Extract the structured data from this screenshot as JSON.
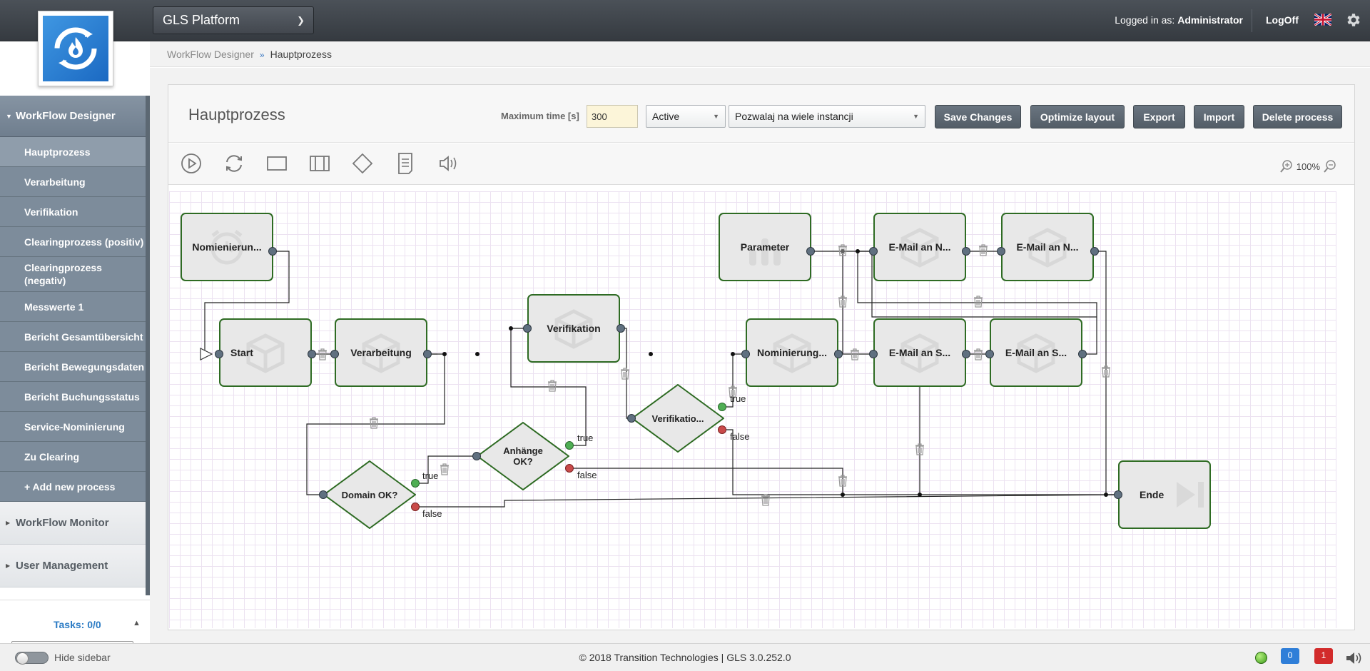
{
  "app": {
    "platform_label": "GLS Platform"
  },
  "user": {
    "prefix": "Logged in as:",
    "name": "Administrator",
    "logoff_label": "LogOff"
  },
  "breadcrumb": {
    "parent": "WorkFlow Designer",
    "current": "Hauptprozess"
  },
  "sidebar": {
    "section_title": "WorkFlow Designer",
    "items": [
      {
        "label": "Hauptprozess"
      },
      {
        "label": "Verarbeitung"
      },
      {
        "label": "Verifikation"
      },
      {
        "label": "Clearingprozess (positiv)"
      },
      {
        "label": "Clearingprozess (negativ)"
      },
      {
        "label": "Messwerte 1"
      },
      {
        "label": "Bericht Gesamtübersicht"
      },
      {
        "label": "Bericht Bewegungsdaten"
      },
      {
        "label": "Bericht Buchungsstatus"
      },
      {
        "label": "Service-Nominierung"
      },
      {
        "label": "Zu Clearing"
      },
      {
        "label": "+ Add new process"
      }
    ],
    "groups": [
      {
        "label": "WorkFlow Monitor"
      },
      {
        "label": "User Management"
      }
    ],
    "tasks_label": "Tasks: 0/0"
  },
  "process": {
    "title": "Hauptprozess",
    "max_time_label": "Maximum time [s]",
    "max_time_value": "300",
    "status_value": "Active",
    "instances_value": "Pozwalaj na wiele instancji"
  },
  "buttons": {
    "save": "Save Changes",
    "optimize": "Optimize layout",
    "export": "Export",
    "import": "Import",
    "delete": "Delete process"
  },
  "toolbar": {
    "tools": [
      "play-icon",
      "loop-icon",
      "task-rectangle-icon",
      "lane-icon",
      "decision-diamond-icon",
      "document-icon",
      "speaker-icon"
    ],
    "zoom_value": "100%"
  },
  "workflow": {
    "nodes": {
      "nomination_timer": "Nomienierun...",
      "start": "Start",
      "verarbeitung": "Verarbeitung",
      "verifikation": "Verifikation",
      "parameter": "Parameter",
      "email_n1": "E-Mail an N...",
      "email_n2": "E-Mail an N...",
      "nominierung": "Nominierung...",
      "email_s1": "E-Mail an S...",
      "email_s2": "E-Mail an S...",
      "ende": "Ende"
    },
    "decisions": {
      "domain_ok": "Domain OK?",
      "anhaenge_ok": "Anhänge OK?",
      "verifikation_dec": "Verifikatio..."
    },
    "conditions": {
      "true": "true",
      "false": "false"
    }
  },
  "footer": {
    "hide_sidebar": "Hide sidebar",
    "copyright": "© 2018 Transition Technologies | GLS 3.0.252.0",
    "info_count": "0",
    "error_count": "1"
  },
  "colors": {
    "accent": "#2b7bc4",
    "node_border": "#2e6b23",
    "button": "#5e6872",
    "nav": "#7d8c9b"
  }
}
